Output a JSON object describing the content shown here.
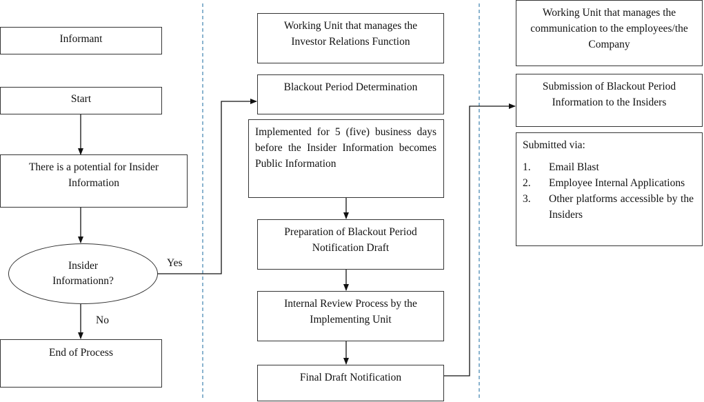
{
  "columns": {
    "informant": {
      "header": "Informant",
      "start": "Start",
      "potential": "There is a potential for Insider Information",
      "decision": "Insider Informationn?",
      "yes_label": "Yes",
      "no_label": "No",
      "end": "End of Process"
    },
    "investor_relations": {
      "header": "Working Unit that manages the Investor Relations Function",
      "determination": "Blackout Period Determination",
      "implemented": "Implemented for 5 (five) business days before the Insider Information becomes Public Information",
      "preparation": "Preparation of Blackout Period Notification Draft",
      "review": "Internal Review Process by the Implementing Unit",
      "final": "Final Draft Notification"
    },
    "communication": {
      "header": "Working Unit that manages the communication to the employees/the Company",
      "submission": "Submission of Blackout Period Information to the Insiders",
      "submitted_via": "Submitted via:",
      "channels": [
        {
          "num": "1.",
          "text": "Email Blast"
        },
        {
          "num": "2.",
          "text": "Employee Internal Applications"
        },
        {
          "num": "3.",
          "text": "Other platforms accessible by the Insiders"
        }
      ]
    }
  },
  "colors": {
    "divider": "#4a8ab3",
    "stroke": "#333333",
    "arrow": "#111111"
  }
}
